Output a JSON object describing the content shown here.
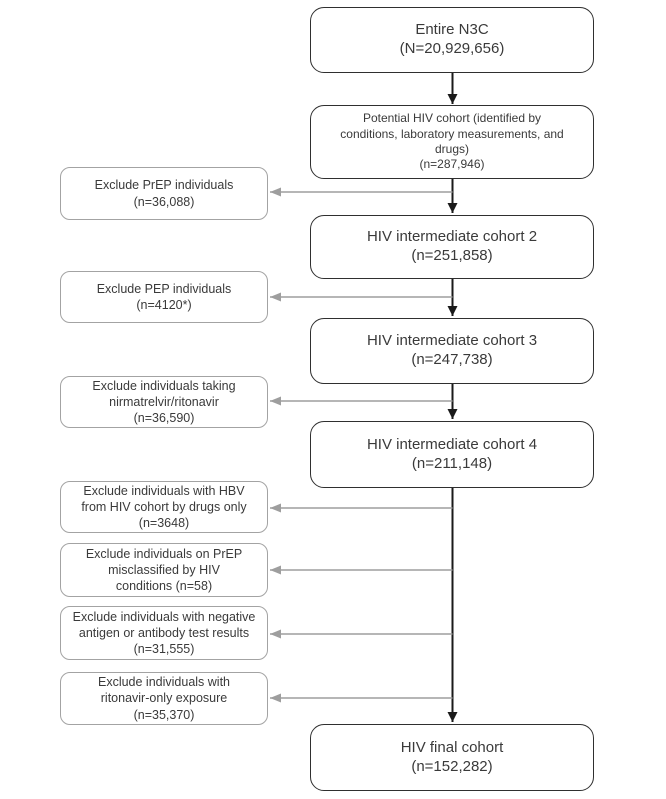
{
  "colors": {
    "background": "#ffffff",
    "main_box_border": "#2f2f2f",
    "exclusion_box_border": "#a3a3a3",
    "flow_arrow": "#1a1a1a",
    "exclusion_arrow": "#9e9e9e",
    "text": "#3a3a3a"
  },
  "flow": {
    "main": [
      {
        "label": "Entire N3C\n(N=20,929,656)"
      },
      {
        "label": "Potential HIV cohort (identified by\nconditions, laboratory measurements, and\ndrugs)\n(n=287,946)"
      },
      {
        "label": "HIV intermediate cohort 2\n(n=251,858)"
      },
      {
        "label": "HIV intermediate cohort 3\n(n=247,738)"
      },
      {
        "label": "HIV intermediate cohort 4\n(n=211,148)"
      },
      {
        "label": "HIV final cohort\n(n=152,282)"
      }
    ],
    "exclusions": [
      {
        "label": "Exclude PrEP individuals\n(n=36,088)"
      },
      {
        "label": "Exclude PEP individuals\n(n=4120*)"
      },
      {
        "label": "Exclude individuals taking\nnirmatrelvir/ritonavir\n(n=36,590)"
      },
      {
        "label": "Exclude individuals with HBV\nfrom HIV cohort by drugs only\n(n=3648)"
      },
      {
        "label": "Exclude individuals on PrEP\nmisclassified by HIV\nconditions (n=58)"
      },
      {
        "label": "Exclude individuals with negative\nantigen or antibody test results\n(n=31,555)"
      },
      {
        "label": "Exclude individuals with\nritonavir-only exposure\n(n=35,370)"
      }
    ]
  }
}
